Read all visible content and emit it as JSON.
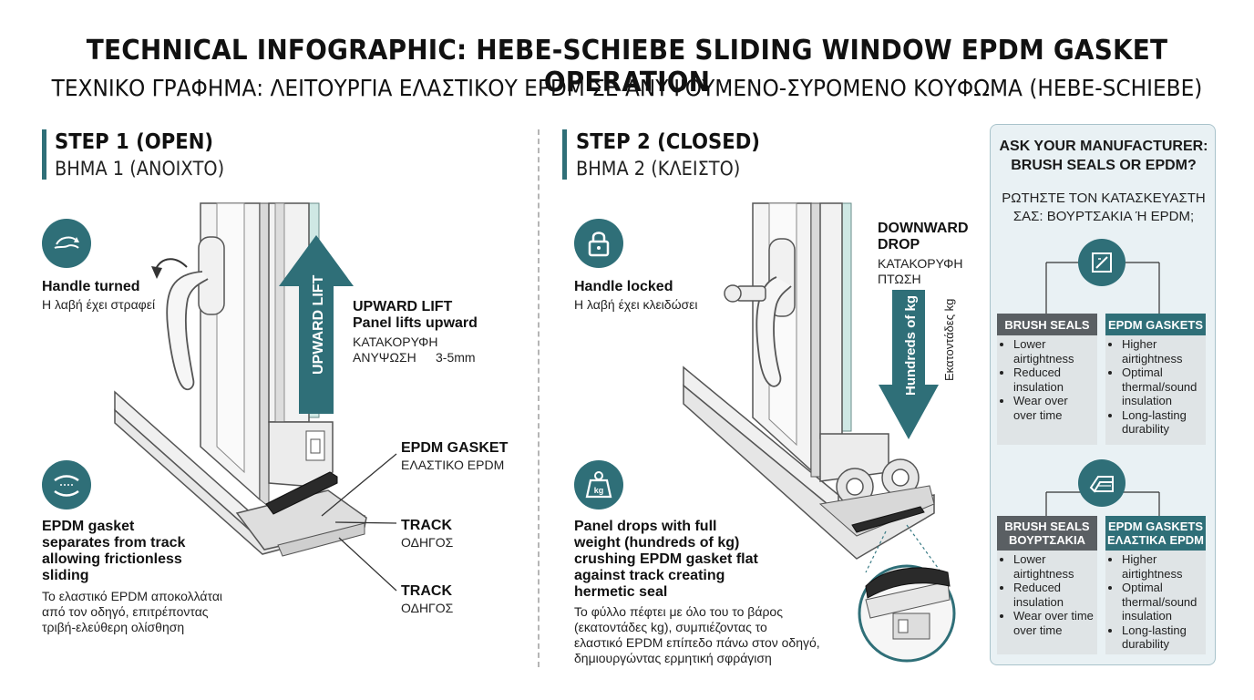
{
  "title_en": "TECHNICAL INFOGRAPHIC: HEBE-SCHIEBE SLIDING WINDOW EPDM GASKET OPERATION",
  "title_gr": "ΤΕΧΝΙΚΟ ΓΡΑΦΗΜΑ: ΛΕΙΤΟΥΡΓΙΑ ΕΛΑΣΤΙΚΟΥ EPDM ΣΕ ΑΝΥΨΟΥΜΕΝΟ-ΣΥΡΟΜΕΝΟ ΚΟΥΦΩΜΑ (HEBE-SCHIEBE)",
  "step1": {
    "title_en": "STEP 1 (OPEN)",
    "title_gr": "ΒΗΜΑ 1 (ΑΝΟΙΧΤΟ)",
    "handle_en": "Handle turned",
    "handle_gr": "Η λαβή έχει στραφεί",
    "arrow_text": "UPWARD LIFT",
    "lift_en1": "UPWARD LIFT",
    "lift_en2": "Panel lifts upward",
    "lift_gr1": "ΚΑΤΑΚΟΡΥΦΗ",
    "lift_gr2": "ΑΝΥΨΩΣΗ",
    "lift_value": "3-5mm",
    "gasket_en": "EPDM GASKET",
    "gasket_gr": "ΕΛΑΣΤΙΚΟ EPDM",
    "track_en": "TRACK",
    "track_gr": "ΟΔΗΓΟΣ",
    "track2_en": "TRACK",
    "track2_gr": "ΟΔΗΓΟΣ",
    "epdm_en1": "EPDM gasket",
    "epdm_en2": "separates from track",
    "epdm_en3": "allowing frictionless",
    "epdm_en4": "sliding",
    "epdm_gr1": "Το ελαστικό EPDM αποκολλάται",
    "epdm_gr2": "από τον οδηγό, επιτρέποντας",
    "epdm_gr3": "τριβή-ελεύθερη ολίσθηση"
  },
  "step2": {
    "title_en": "STEP 2 (CLOSED)",
    "title_gr": "ΒΗΜΑ 2 (ΚΛΕΙΣΤΟ)",
    "handle_en": "Handle locked",
    "handle_gr": "Η λαβή έχει κλειδώσει",
    "kg_icon": "kg",
    "drop_en1": "DOWNWARD",
    "drop_en2": "DROP",
    "drop_gr1": "ΚΑΤΑΚΟΡΥΦΗ",
    "drop_gr2": "ΠΤΩΣΗ",
    "arrow_text": "Hundreds of kg",
    "arrow_side": "Εκατοντάδες kg",
    "panel_en1": "Panel drops with full",
    "panel_en2": "weight (hundreds of kg)",
    "panel_en3": "crushing EPDM gasket flat",
    "panel_en4": "against track creating",
    "panel_en5": "hermetic seal",
    "panel_gr1": "Το φύλλο πέφτει με όλο του το βάρος",
    "panel_gr2": "(εκατοντάδες kg), συμπιέζοντας το",
    "panel_gr3": "ελαστικό EPDM επίπεδο πάνω στον οδηγό,",
    "panel_gr4": "δημιουργώντας ερμητική σφράγιση"
  },
  "panel": {
    "title1": "ASK YOUR MANUFACTURER:",
    "title2": "BRUSH SEALS OR EPDM?",
    "sub1": "ΡΩΤΗΣΤΕ ΤΟΝ ΚΑΤΑΣΚΕΥΑΣΤΗ",
    "sub2": "ΣΑΣ: ΒΟΥΡΤΣΑΚΙΑ Ή EPDM;",
    "c1_head": "BRUSH SEALS",
    "c1_items": [
      "Lower airtightness",
      "Reduced insulation",
      "Wear over over time"
    ],
    "c2_head": "EPDM GASKETS",
    "c2_items": [
      "Higher airtightness",
      "Optimal thermal/sound insulation",
      "Long-lasting durability"
    ],
    "c3_head1": "BRUSH SEALS",
    "c3_head2": "ΒΟΥΡΤΣΑΚΙΑ",
    "c3_items": [
      "Lower airtightness",
      "Reduced insulation",
      "Wear over time over time"
    ],
    "c4_head1": "EPDM GASKETS",
    "c4_head2": "ΕΛΑΣΤΙΚΑ EPDM",
    "c4_items": [
      "Higher airtightness",
      "Optimal thermal/sound insulation",
      "Long-lasting durability"
    ]
  },
  "colors": {
    "teal": "#2f6f78",
    "brush_header": "#5a5f63",
    "epdm_header": "#2f6f78",
    "panel_bg": "#e9f1f4"
  }
}
